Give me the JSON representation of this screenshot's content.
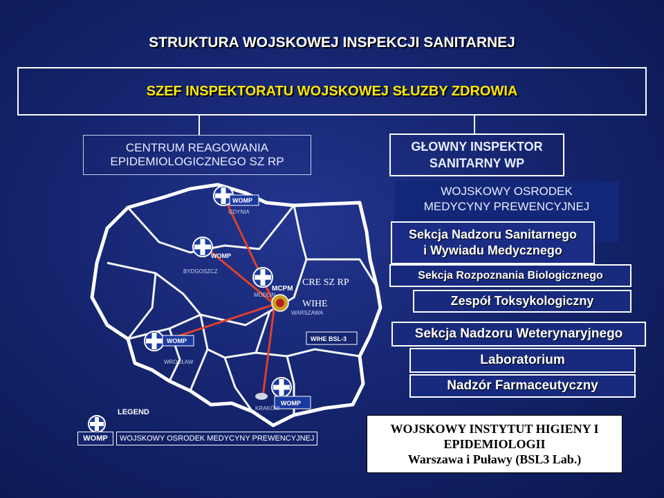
{
  "title": "STRUKTURA WOJSKOWEJ INSPEKCJI SANITARNEJ",
  "chief": "SZEF INSPEKTORATU WOJSKOWEJ SŁUZBY ZDROWIA",
  "crisis_center": {
    "line1": "CENTRUM REAGOWANIA",
    "line2": "EPIDEMIOLOGICZNEGO SZ RP"
  },
  "chief_inspector": {
    "line1": "GŁOWNY INSPEKTOR",
    "line2": "SANITARNY WP"
  },
  "womp_main": {
    "line1": "WOJSKOWY OSRODEK",
    "line2": "MEDYCYNY PREWENCYJNEJ"
  },
  "sections": {
    "sanitary_line1": "Sekcja Nadzoru Sanitarnego",
    "sanitary_line2": "i Wywiadu Medycznego",
    "bio": "Sekcja Rozpoznania Biologicznego",
    "toxic": "Zespół Toksykologiczny",
    "vet": "Sekcja Nadzoru Weterynaryjnego",
    "lab": "Laboratorium",
    "pharma": "Nadzór Farmaceutyczny"
  },
  "wih": {
    "line1": "WOJSKOWY INSTYTUT HIGIENY I",
    "line2": "EPIDEMIOLOGII",
    "line3": "Warszawa i Puławy (BSL3 Lab.)"
  },
  "map": {
    "womp": "WOMP",
    "mcpm": "MCPM",
    "cre": "CRE SZ RP",
    "wihe": "WIHE",
    "wihe_bsl": "WIHE BSL-3",
    "gdynia": "GDYNIA",
    "bydgoszcz": "BYDGOSZCZ",
    "modlin": "MODLIN",
    "warszawa": "WARSZAWA",
    "wroclaw": "WROCŁAW",
    "krakow": "KRAKÓW"
  },
  "legend": {
    "title": "LEGEND",
    "womp": "WOMP",
    "description": "WOJSKOWY OSRODEK MEDYCYNY PREWENCYJNEJ"
  },
  "colors": {
    "accent_yellow": "#ffe800",
    "line_red": "#e0402a",
    "map_outline": "#ffffff"
  }
}
